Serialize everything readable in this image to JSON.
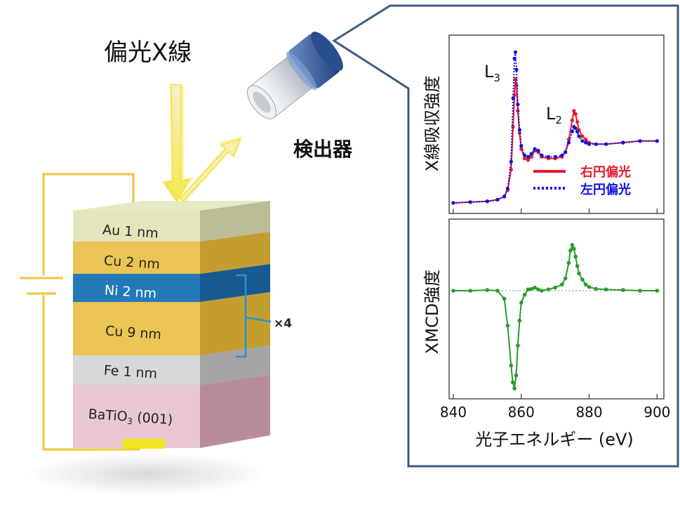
{
  "labels": {
    "xray": "偏光X線",
    "detector": "検出器",
    "repeat": "×4"
  },
  "layers": [
    {
      "name": "Au 1 nm"
    },
    {
      "name": "Cu 2 nm"
    },
    {
      "name": "Ni 2 nm"
    },
    {
      "name": "Cu 9 nm"
    },
    {
      "name": "Fe 1 nm"
    },
    {
      "name": "BaTiO3 (001)",
      "base": "BaTiO",
      "sub": "3",
      "suffix": " (001)"
    }
  ],
  "chart_data": [
    {
      "type": "line",
      "ylabel": "X線吸収強度",
      "xlim": [
        840,
        902
      ],
      "legend_position": "lower-right",
      "annotations": [
        {
          "text": "L",
          "sub": "3",
          "x": 856.5
        },
        {
          "text": "L",
          "sub": "2",
          "x": 874
        }
      ],
      "series": [
        {
          "name": "右円偏光",
          "color": "#e8182b",
          "style": "solid",
          "x": [
            840,
            845,
            850,
            853,
            855,
            856,
            857,
            857.6,
            858,
            858.3,
            858.6,
            859,
            859.5,
            860,
            861,
            862,
            863,
            864,
            865,
            866,
            868,
            870,
            872,
            873,
            874,
            875,
            875.5,
            876,
            876.5,
            877,
            878,
            879,
            880,
            882,
            885,
            890,
            895,
            900
          ],
          "y": [
            0.04,
            0.045,
            0.05,
            0.06,
            0.08,
            0.12,
            0.25,
            0.52,
            0.72,
            0.82,
            0.78,
            0.62,
            0.48,
            0.38,
            0.32,
            0.31,
            0.33,
            0.37,
            0.36,
            0.33,
            0.32,
            0.32,
            0.33,
            0.36,
            0.44,
            0.56,
            0.62,
            0.6,
            0.55,
            0.5,
            0.46,
            0.44,
            0.42,
            0.41,
            0.41,
            0.42,
            0.43,
            0.43
          ]
        },
        {
          "name": "左円偏光",
          "color": "#1010e0",
          "style": "dotted",
          "x": [
            840,
            845,
            850,
            853,
            855,
            856,
            857,
            857.6,
            858,
            858.3,
            858.6,
            859,
            859.5,
            860,
            861,
            862,
            863,
            864,
            865,
            866,
            868,
            870,
            872,
            873,
            874,
            875,
            875.5,
            876,
            876.5,
            877,
            878,
            879,
            880,
            882,
            885,
            890,
            895,
            900
          ],
          "y": [
            0.04,
            0.045,
            0.05,
            0.06,
            0.08,
            0.13,
            0.3,
            0.7,
            0.95,
            0.99,
            0.88,
            0.66,
            0.5,
            0.4,
            0.34,
            0.33,
            0.35,
            0.38,
            0.37,
            0.34,
            0.33,
            0.33,
            0.34,
            0.36,
            0.42,
            0.49,
            0.52,
            0.51,
            0.49,
            0.46,
            0.43,
            0.42,
            0.41,
            0.41,
            0.41,
            0.42,
            0.43,
            0.43
          ]
        }
      ]
    },
    {
      "type": "line",
      "ylabel": "XMCD強度",
      "xlabel": "光子エネルギー (eV)",
      "xlim": [
        840,
        902
      ],
      "xticks": [
        840,
        860,
        880,
        900
      ],
      "baseline": 0,
      "series": [
        {
          "name": "",
          "color": "#2a9a2a",
          "x": [
            840,
            845,
            850,
            853,
            855,
            856,
            857,
            857.5,
            858,
            858.5,
            859,
            859.5,
            860,
            861,
            862,
            863,
            864,
            865,
            866,
            868,
            870,
            872,
            873,
            874,
            874.5,
            875,
            875.5,
            876,
            876.5,
            877,
            878,
            879,
            880,
            882,
            885,
            890,
            895,
            900
          ],
          "y": [
            0,
            0,
            0.01,
            0,
            -0.08,
            -0.35,
            -0.75,
            -0.92,
            -0.98,
            -0.85,
            -0.55,
            -0.3,
            -0.12,
            -0.04,
            0.02,
            0.03,
            0.05,
            0.02,
            0,
            0.02,
            0.05,
            0.1,
            0.2,
            0.45,
            0.65,
            0.74,
            0.68,
            0.55,
            0.4,
            0.28,
            0.18,
            0.1,
            0.06,
            0.03,
            0.02,
            0.01,
            0,
            0
          ]
        }
      ]
    }
  ]
}
